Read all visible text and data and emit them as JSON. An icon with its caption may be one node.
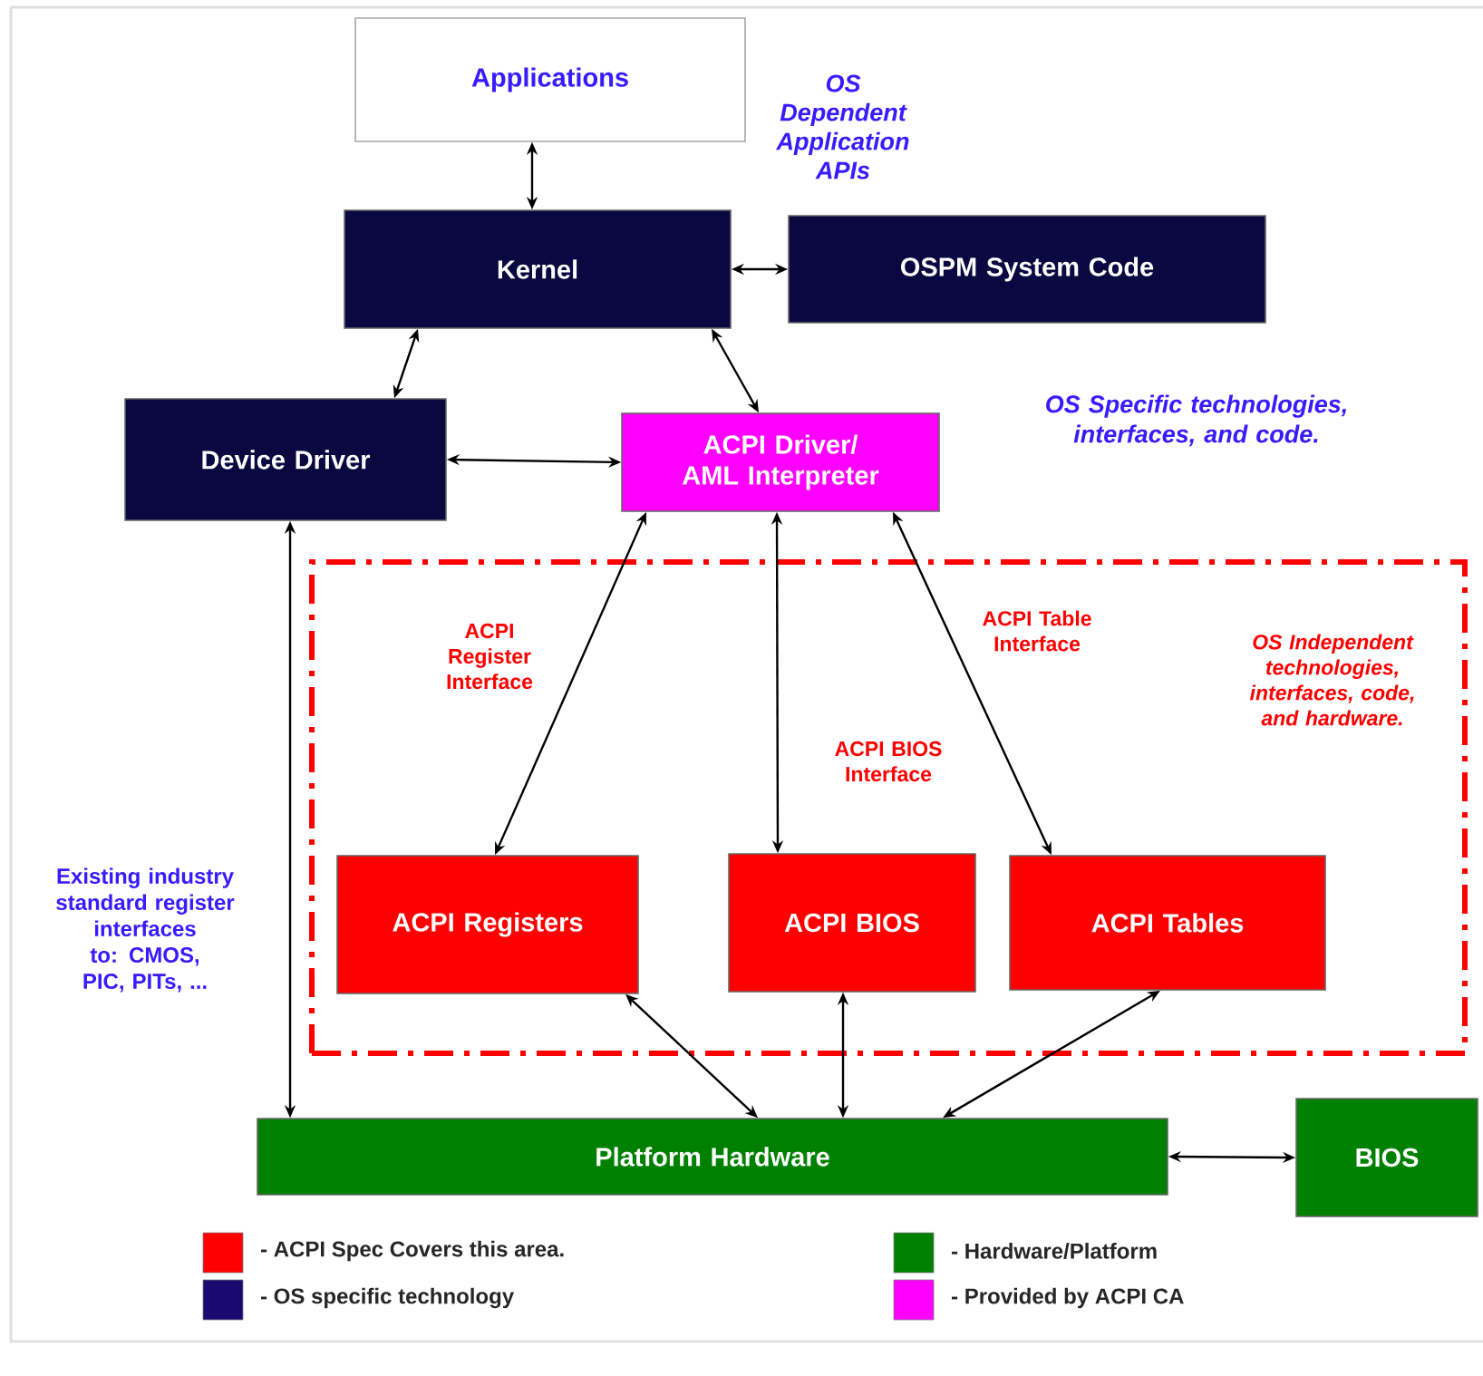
{
  "diagram": {
    "nodes": [
      {
        "text": [
          "Applications"
        ]
      },
      {
        "text": [
          "Kernel"
        ]
      },
      {
        "text": [
          "OSPM System Code"
        ]
      },
      {
        "text": [
          "Device Driver"
        ]
      },
      {
        "text": [
          "ACPI Driver/ AML Interpreter"
        ]
      },
      {
        "text": [
          "OS Independent technologies, interfaces, code, and hardware."
        ]
      },
      {
        "text": [
          "ACPI Registers"
        ],
        "in": 5
      },
      {
        "text": [
          "ACPI BIOS"
        ],
        "in": 5
      },
      {
        "text": [
          "ACPI Tables"
        ],
        "in": 5
      },
      {
        "text": [
          "Platform Hardware"
        ]
      },
      {
        "text": [
          "BIOS"
        ]
      }
    ],
    "edges": [
      {
        "from": 0,
        "to": 1,
        "arrow": "both"
      },
      {
        "from": 1,
        "to": 2,
        "arrow": "both"
      },
      {
        "from": 1,
        "to": 3,
        "arrow": "both"
      },
      {
        "from": 1,
        "to": 4,
        "arrow": "both"
      },
      {
        "from": 3,
        "to": 4,
        "arrow": "both"
      },
      {
        "from": 4,
        "to": 6,
        "arrow": "both",
        "label": "ACPI Register Interface"
      },
      {
        "from": 4,
        "to": 7,
        "arrow": "both",
        "label": "ACPI  BIOS Interface"
      },
      {
        "from": 4,
        "to": 8,
        "arrow": "both",
        "label": "ACPI Table Interface"
      },
      {
        "from": 3,
        "to": 9,
        "arrow": "both"
      },
      {
        "from": 6,
        "to": 9,
        "arrow": "both"
      },
      {
        "from": 7,
        "to": 9,
        "arrow": "both"
      },
      {
        "from": 8,
        "to": 9,
        "arrow": "both"
      },
      {
        "from": 9,
        "to": 10,
        "arrow": "both"
      }
    ],
    "labels": [
      "OS Dependent Application APIs",
      "OS Specific technologies, interfaces, and code.",
      "Existing industry standard register interfaces to: CMOS, PIC, PITs, ..."
    ],
    "legend": [
      {
        "text": "- ACPI Spec Covers this area.",
        "color": "#ff0000"
      },
      {
        "text": "- OS specific technology",
        "color": "#1a0a70"
      },
      {
        "text": "- Hardware/Platform",
        "color": "#008000"
      },
      {
        "text": "- Provided by ACPI CA",
        "color": "#ff00ff"
      }
    ]
  }
}
